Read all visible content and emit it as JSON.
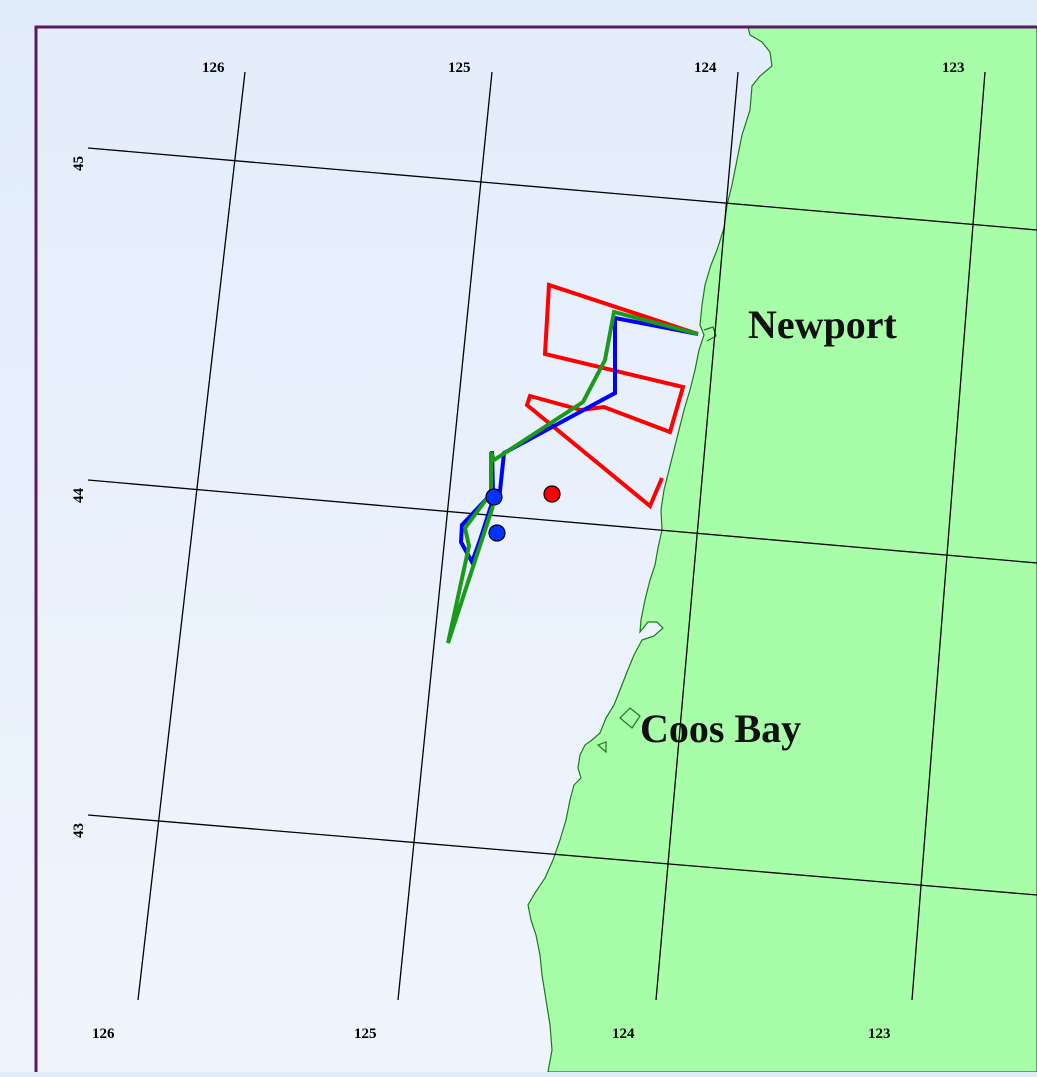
{
  "map": {
    "colors": {
      "land": "#a8fda8",
      "coast": "#1a7a1a",
      "sea": "#eaf2fd",
      "frame": "#5a1a60",
      "grid": "#000000"
    },
    "longitude_labels_top": [
      "126",
      "125",
      "124",
      "123"
    ],
    "longitude_labels_bottom": [
      "126",
      "125",
      "124",
      "123"
    ],
    "latitude_labels": [
      "45",
      "44",
      "43"
    ],
    "places": [
      {
        "name": "Newport"
      },
      {
        "name": "Coos Bay"
      }
    ],
    "tracks": [
      {
        "color": "#ff0000"
      },
      {
        "color": "#0000ff"
      },
      {
        "color": "#1a9a1a"
      }
    ],
    "markers": [
      {
        "color": "#ff0000"
      },
      {
        "color": "#0033ff"
      },
      {
        "color": "#0033ff"
      }
    ]
  }
}
